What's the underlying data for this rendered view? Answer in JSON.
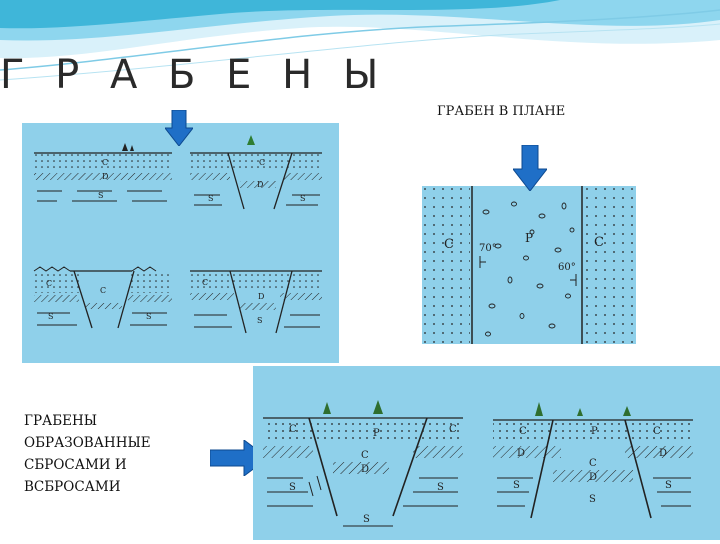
{
  "slide": {
    "title": "Г Р А Б Е Н Ы",
    "plan_title": "ГРАБЕН  В  ПЛАНЕ",
    "caption_lines": [
      "ГРАБЕНЫ",
      "ОБРАЗОВАННЫЕ",
      "СБРОСАМИ И",
      "ВСБРОСАМИ"
    ]
  },
  "diagram_labels": {
    "c": "C",
    "d": "D",
    "s": "S",
    "p": "P",
    "angle_left": "70°",
    "angle_right": "60°"
  },
  "colors": {
    "panel": "#8fd0ea",
    "arrow": "#1f6fc7",
    "header_wave": "#3fb6d9",
    "ink": "#222222"
  }
}
